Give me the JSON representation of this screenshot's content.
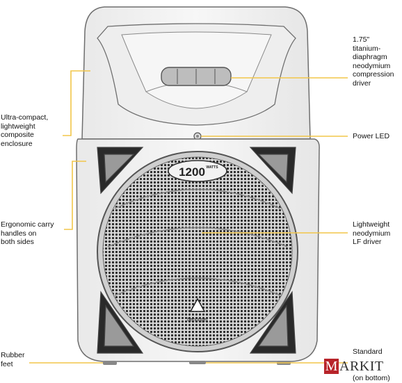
{
  "callouts": {
    "driver": [
      "1.75\"",
      "titanium-",
      "diaphragm",
      "neodymium",
      "compression",
      "driver"
    ],
    "enclosure": [
      "Ultra-compact,",
      "lightweight",
      "composite",
      "enclosure"
    ],
    "led": [
      "Power LED"
    ],
    "handles": [
      "Ergonomic carry",
      "handles on",
      "both sides"
    ],
    "lf_driver": [
      "Lightweight",
      "neodymium",
      "LF driver"
    ],
    "feet": [
      "Rubber",
      "feet"
    ],
    "stand": [
      "Standard",
      "(on bottom)"
    ]
  },
  "badge": {
    "watts_number": "1200",
    "watts_unit": "WATTS"
  },
  "brand_logo_text": "behringer",
  "watermark": {
    "first_letter": "M",
    "rest": "ARKIT"
  },
  "colors": {
    "leader_line": "#f2c649",
    "outline": "#6e6e6e",
    "grille": "#c8c8c8",
    "watermark_red": "#b8242a"
  }
}
